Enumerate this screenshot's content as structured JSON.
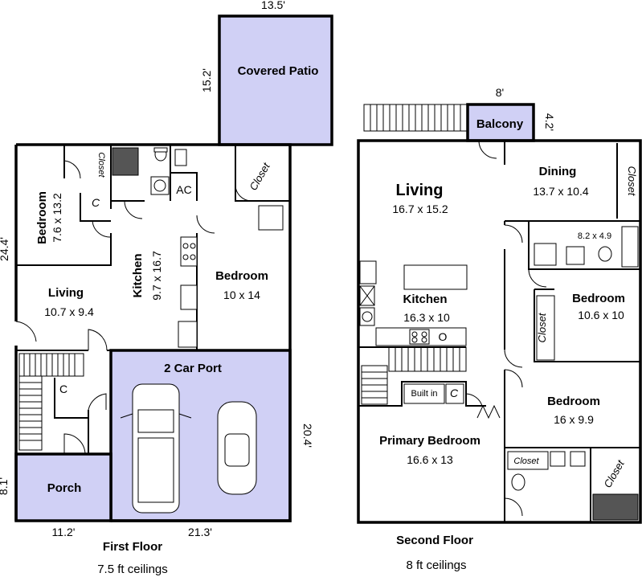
{
  "first_floor": {
    "title": "First Floor",
    "ceilings": "7.5 ft ceilings",
    "dims": {
      "top_width": "13.5'",
      "patio_height": "15.2'",
      "left_height": "24.4'",
      "carport_height": "20.4'",
      "porch_height": "8.1'",
      "bottom_left": "11.2'",
      "bottom_right": "21.3'"
    },
    "rooms": {
      "covered_patio": "Covered Patio",
      "bedroom_a_name": "Bedroom",
      "bedroom_a_dims": "7.6 x 13.2",
      "closet_small": "Closet",
      "closet_c1": "C",
      "ac": "AC",
      "closet_main": "Closet",
      "kitchen_name": "Kitchen",
      "kitchen_dims": "9.7 x 16.7",
      "bedroom_b_name": "Bedroom",
      "bedroom_b_dims": "10 x 14",
      "living_name": "Living",
      "living_dims": "10.7 x 9.4",
      "closet_c2": "C",
      "carport": "2 Car Port",
      "porch": "Porch"
    }
  },
  "second_floor": {
    "title": "Second Floor",
    "ceilings": "8 ft ceilings",
    "dims": {
      "balcony_width": "8'",
      "balcony_depth": "4.2'"
    },
    "rooms": {
      "balcony": "Balcony",
      "living_name": "Living",
      "living_dims": "16.7 x 15.2",
      "dining_name": "Dining",
      "dining_dims": "13.7 x 10.4",
      "closet_dining": "Closet",
      "bath_dims": "8.2 x 4.9",
      "kitchen_name": "Kitchen",
      "kitchen_dims": "16.3 x 10",
      "oven": "O",
      "bedroom_a_name": "Bedroom",
      "bedroom_a_dims": "10.6 x 10",
      "closet_bed_a": "Closet",
      "built_in": "Built in",
      "closet_c": "C",
      "bedroom_b_name": "Bedroom",
      "bedroom_b_dims": "16 x 9.9",
      "primary_name": "Primary Bedroom",
      "primary_dims": "16.6 x 13",
      "closet_bath": "Closet",
      "closet_corner": "Closet"
    }
  },
  "colors": {
    "shaded_area": "#d0d0f5",
    "walls": "#000000"
  }
}
